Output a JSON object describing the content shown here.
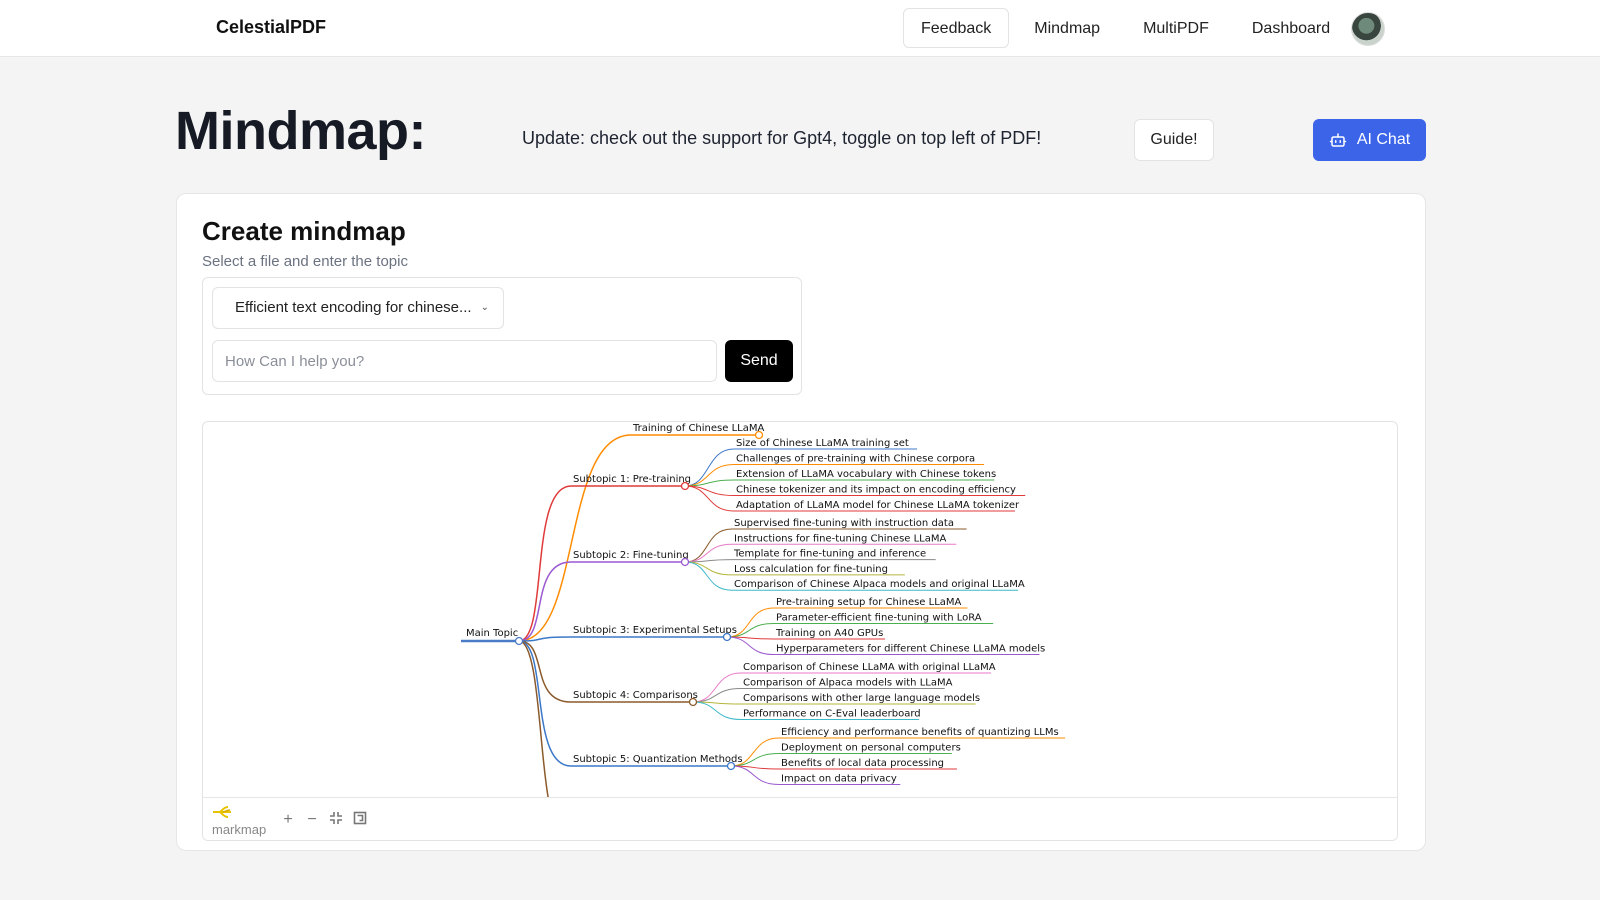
{
  "nav": {
    "brand": "CelestialPDF",
    "links": [
      "Feedback",
      "Mindmap",
      "MultiPDF",
      "Dashboard"
    ]
  },
  "header": {
    "title": "Mindmap:",
    "update": "Update: check out the support for Gpt4, toggle on top left of PDF!",
    "guide_label": "Guide!",
    "ai_label": "AI Chat"
  },
  "card": {
    "title": "Create mindmap",
    "subtitle": "Select a file and enter the topic",
    "select_value": "Efficient text encoding for chinese...",
    "input_placeholder": "How Can I help you?",
    "send_label": "Send"
  },
  "mindmap": {
    "brand": "markmap",
    "root": "Main Topic",
    "colors": {
      "root": "#4a7bc8",
      "orange": "#ff8c00",
      "red": "#e03a3a",
      "purple": "#9b59d0",
      "blue": "#3c78c8",
      "brown": "#8b5a2b",
      "green": "#4caf50",
      "pink": "#e87ac8",
      "gray": "#8a8a8a",
      "olive": "#b5b53a",
      "cyan": "#3fb8c9"
    },
    "branches": [
      {
        "label": "Training of Chinese LLaMA",
        "color": "orange",
        "children": []
      },
      {
        "label": "Subtopic 1: Pre-training",
        "color": "red",
        "children": [
          {
            "label": "Size of Chinese LLaMA training set",
            "color": "blue"
          },
          {
            "label": "Challenges of pre-training with Chinese corpora",
            "color": "orange"
          },
          {
            "label": "Extension of LLaMA vocabulary with Chinese tokens",
            "color": "green"
          },
          {
            "label": "Chinese tokenizer and its impact on encoding efficiency",
            "color": "red"
          },
          {
            "label": "Adaptation of LLaMA model for Chinese LLaMA tokenizer",
            "color": "red"
          }
        ]
      },
      {
        "label": "Subtopic 2: Fine-tuning",
        "color": "purple",
        "children": [
          {
            "label": "Supervised fine-tuning with instruction data",
            "color": "brown"
          },
          {
            "label": "Instructions for fine-tuning Chinese LLaMA",
            "color": "pink"
          },
          {
            "label": "Template for fine-tuning and inference",
            "color": "gray"
          },
          {
            "label": "Loss calculation for fine-tuning",
            "color": "olive"
          },
          {
            "label": "Comparison of Chinese Alpaca models and original LLaMA",
            "color": "cyan"
          }
        ]
      },
      {
        "label": "Subtopic 3: Experimental Setups",
        "color": "blue",
        "children": [
          {
            "label": "Pre-training setup for Chinese LLaMA",
            "color": "orange"
          },
          {
            "label": "Parameter-efficient fine-tuning with LoRA",
            "color": "green"
          },
          {
            "label": "Training on A40 GPUs",
            "color": "red"
          },
          {
            "label": "Hyperparameters for different Chinese LLaMA models",
            "color": "purple"
          }
        ]
      },
      {
        "label": "Subtopic 4: Comparisons",
        "color": "brown",
        "children": [
          {
            "label": "Comparison of Chinese LLaMA with original LLaMA",
            "color": "pink"
          },
          {
            "label": "Comparison of Alpaca models with LLaMA",
            "color": "gray"
          },
          {
            "label": "Comparisons with other large language models",
            "color": "olive"
          },
          {
            "label": "Performance on C-Eval leaderboard",
            "color": "cyan"
          }
        ]
      },
      {
        "label": "Subtopic 5: Quantization Methods",
        "color": "blue",
        "children": [
          {
            "label": "Efficiency and performance benefits of quantizing LLMs",
            "color": "orange"
          },
          {
            "label": "Deployment on personal computers",
            "color": "green"
          },
          {
            "label": "Benefits of local data processing",
            "color": "red"
          },
          {
            "label": "Impact on data privacy",
            "color": "purple"
          }
        ]
      }
    ]
  }
}
